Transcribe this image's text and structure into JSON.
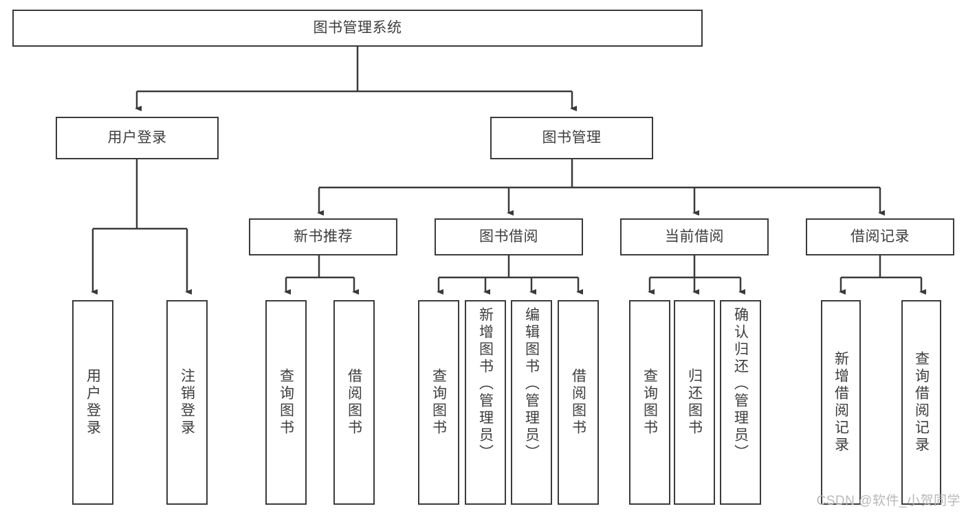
{
  "diagram": {
    "title": "图书管理系统",
    "type": "tree-hierarchy-diagram",
    "colors": {
      "stroke": "#3a3a3a",
      "text": "#3d3d3d",
      "background": "#ffffff",
      "watermark": "#b8b8b8"
    },
    "root": {
      "label": "图书管理系统"
    },
    "level2": [
      {
        "label": "用户登录"
      },
      {
        "label": "图书管理"
      }
    ],
    "level3": [
      {
        "label": "新书推荐"
      },
      {
        "label": "图书借阅"
      },
      {
        "label": "当前借阅"
      },
      {
        "label": "借阅记录"
      }
    ],
    "leaves": {
      "user_login": [
        {
          "label": "用户登录"
        },
        {
          "label": "注销登录"
        }
      ],
      "new_book_recommend": [
        {
          "label": "查询图书"
        },
        {
          "label": "借阅图书"
        }
      ],
      "book_borrow": [
        {
          "label": "查询图书"
        },
        {
          "label": "新增图书（管理员）"
        },
        {
          "label": "编辑图书（管理员）"
        },
        {
          "label": "借阅图书"
        }
      ],
      "current_borrow": [
        {
          "label": "查询图书"
        },
        {
          "label": "归还图书"
        },
        {
          "label": "确认归还（管理员）"
        }
      ],
      "borrow_record": [
        {
          "label": "新增借阅记录"
        },
        {
          "label": "查询借阅记录"
        }
      ]
    }
  },
  "watermark": {
    "text": "CSDN @软件_小贺同学"
  }
}
